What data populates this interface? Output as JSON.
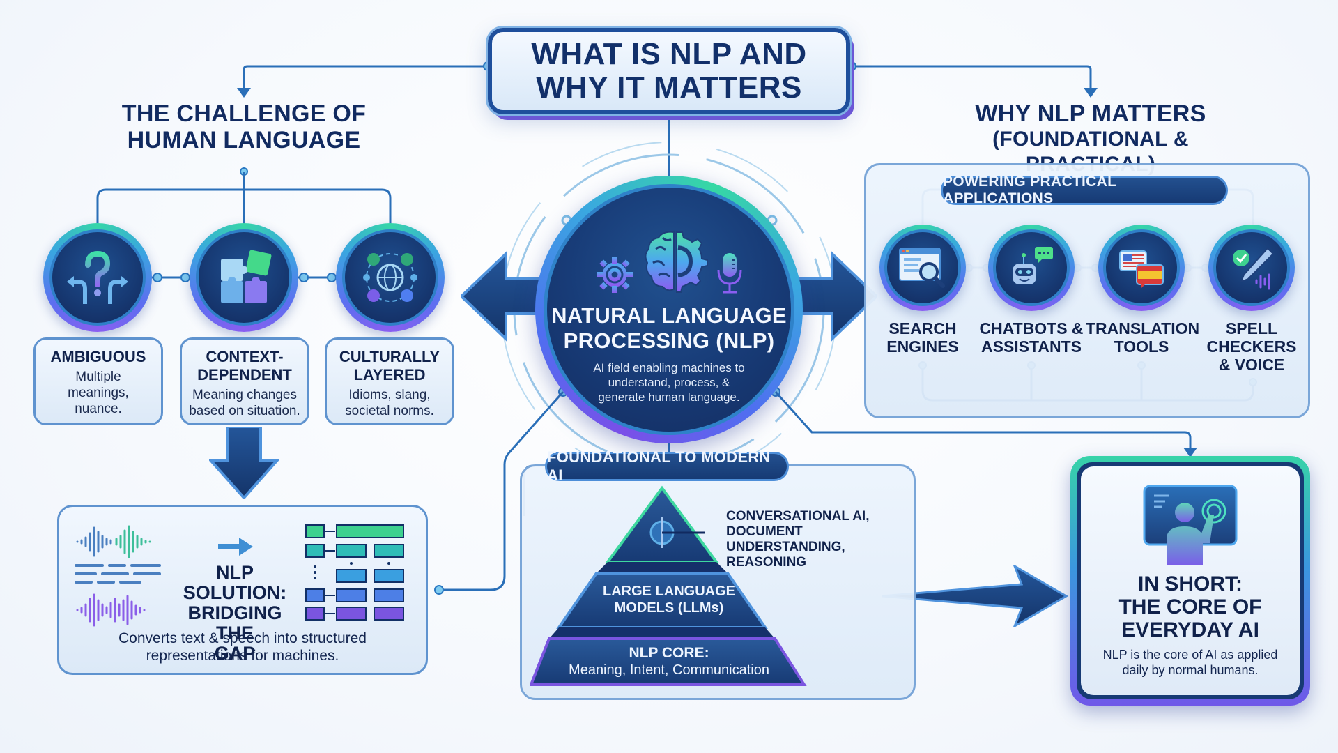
{
  "title": {
    "line1": "WHAT IS NLP AND",
    "line2": "WHY IT MATTERS"
  },
  "left_section": {
    "heading_line1": "THE CHALLENGE OF",
    "heading_line2": "HUMAN LANGUAGE",
    "challenges": [
      {
        "icon": "question-crossroads-icon",
        "title": "AMBIGUOUS",
        "desc_line1": "Multiple",
        "desc_line2": "meanings,",
        "desc_line3": "nuance."
      },
      {
        "icon": "puzzle-icon",
        "title_line1": "CONTEXT-",
        "title_line2": "DEPENDENT",
        "desc_line1": "Meaning changes",
        "desc_line2": "based on situation."
      },
      {
        "icon": "globe-culture-icon",
        "title_line1": "CULTURALLY",
        "title_line2": "LAYERED",
        "desc_line1": "Idioms, slang,",
        "desc_line2": "societal norms."
      }
    ],
    "solution": {
      "title_line1": "NLP SOLUTION:",
      "title_line2": "BRIDGING THE",
      "title_line3": "GAP",
      "desc_line1": "Converts text & speech into structured",
      "desc_line2": "representations for machines."
    }
  },
  "center": {
    "title_line1": "NATURAL LANGUAGE",
    "title_line2": "PROCESSING (NLP)",
    "desc_line1": "AI field enabling machines to",
    "desc_line2": "understand, process, &",
    "desc_line3": "generate human language.",
    "icons": [
      "gear-icon",
      "brain-gear-icon",
      "microphone-icon"
    ]
  },
  "right_section": {
    "heading_line1": "WHY NLP MATTERS",
    "heading_line2": "(FOUNDATIONAL & PRACTICAL)",
    "applications_label": "POWERING PRACTICAL APPLICATIONS",
    "applications": [
      {
        "icon": "search-browser-icon",
        "line1": "SEARCH",
        "line2": "ENGINES"
      },
      {
        "icon": "chatbot-icon",
        "line1": "CHATBOTS &",
        "line2": "ASSISTANTS"
      },
      {
        "icon": "translation-flags-icon",
        "line1": "TRANSLATION",
        "line2": "TOOLS"
      },
      {
        "icon": "spellcheck-pen-icon",
        "line1": "SPELL",
        "line2": "CHECKERS",
        "line3": "& VOICE"
      }
    ]
  },
  "foundation": {
    "label": "FOUNDATIONAL TO MODERN AI",
    "top_callout_line1": "CONVERSATIONAL AI,",
    "top_callout_line2": "DOCUMENT UNDERSTANDING,",
    "top_callout_line3": "REASONING",
    "middle_line1": "LARGE LANGUAGE",
    "middle_line2": "MODELS (LLMs)",
    "base_title": "NLP CORE:",
    "base_desc": "Meaning, Intent, Communication"
  },
  "summary": {
    "title_line1": "IN SHORT:",
    "title_line2": "THE CORE OF",
    "title_line3": "EVERYDAY AI",
    "desc_line1": "NLP is the core of AI as applied",
    "desc_line2": "daily by normal humans."
  },
  "colors": {
    "navy": "#12306a",
    "accent_blue": "#2f82c9",
    "accent_green": "#36d6a8",
    "accent_purple": "#7a4fe8"
  }
}
